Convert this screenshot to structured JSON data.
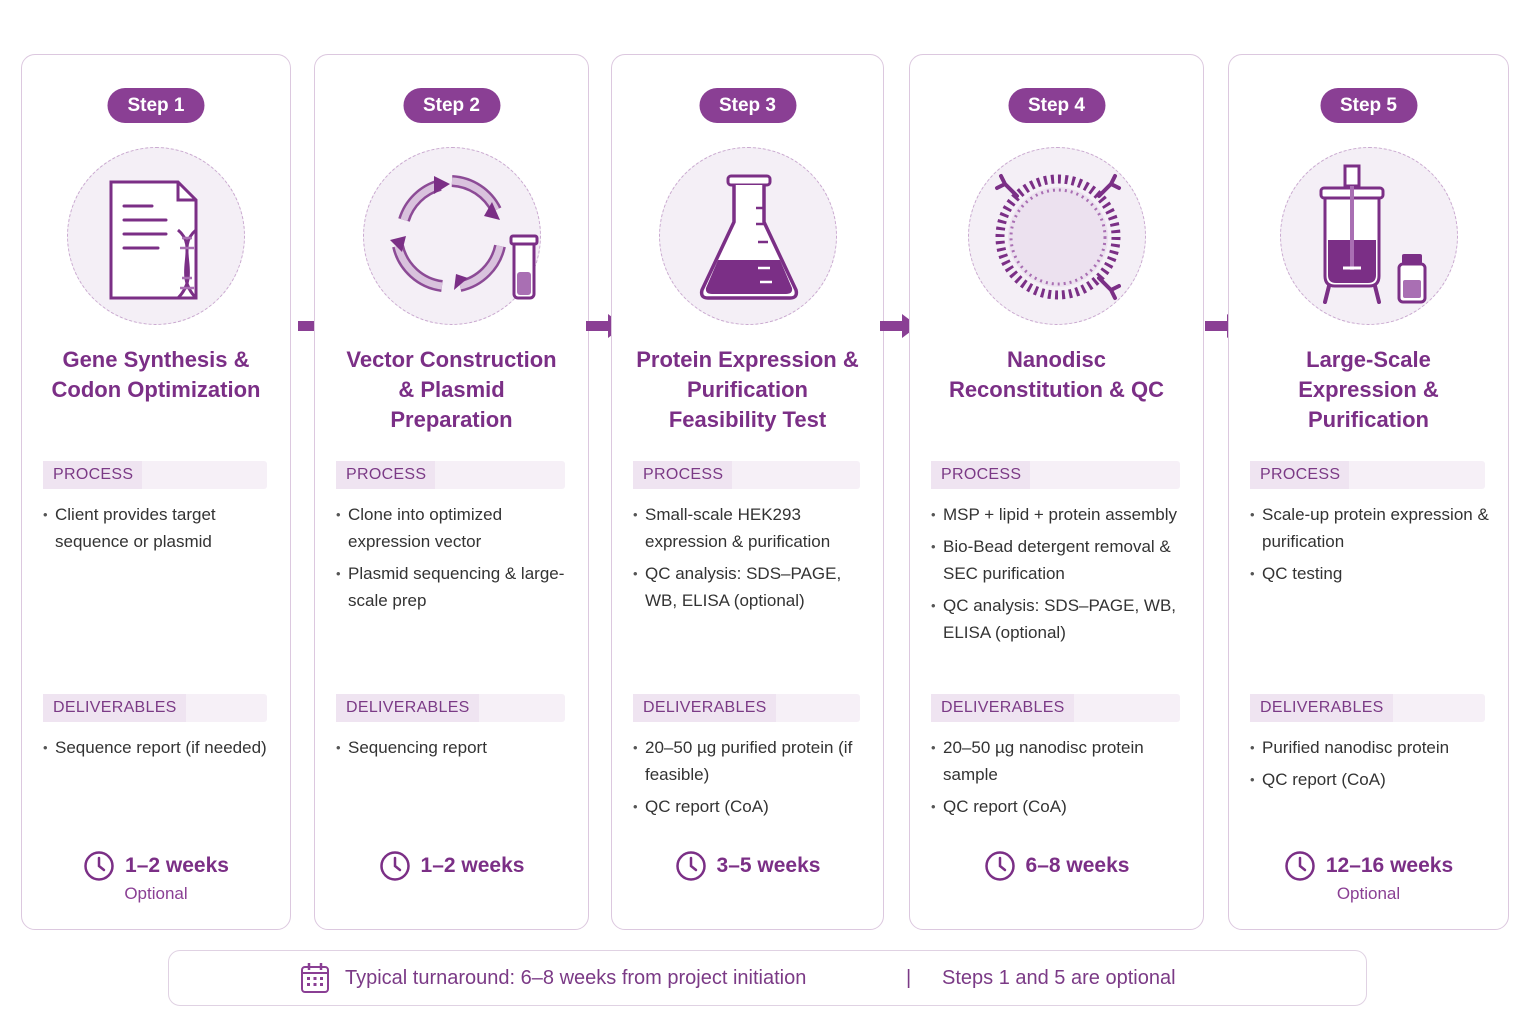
{
  "steps": [
    {
      "badge": "Step 1",
      "icon": "document-dna-icon",
      "title": [
        "Gene Synthesis &",
        "Codon Optimization"
      ],
      "process_label": "PROCESS",
      "process": [
        "Client provides target sequence or plasmid"
      ],
      "deliverables_label": "DELIVERABLES",
      "deliverables": [
        "Sequence report (if needed)"
      ],
      "time": "1–2 weeks",
      "optional": "Optional"
    },
    {
      "badge": "Step 2",
      "icon": "cycle-tube-icon",
      "title": [
        "Vector Construction",
        "& Plasmid",
        "Preparation"
      ],
      "process_label": "PROCESS",
      "process": [
        "Clone into optimized expression vector",
        "Plasmid sequencing & large-scale prep"
      ],
      "deliverables_label": "DELIVERABLES",
      "deliverables": [
        "Sequencing report"
      ],
      "time": "1–2 weeks",
      "optional": ""
    },
    {
      "badge": "Step 3",
      "icon": "flask-icon",
      "title": [
        "Protein Expression &",
        "Purification",
        "Feasibility Test"
      ],
      "process_label": "PROCESS",
      "process": [
        "Small-scale HEK293 expression & purification",
        "QC analysis: SDS–PAGE, WB, ELISA (optional)"
      ],
      "deliverables_label": "DELIVERABLES",
      "deliverables": [
        "20–50 µg purified protein (if feasible)",
        "QC report (CoA)"
      ],
      "time": "3–5 weeks",
      "optional": ""
    },
    {
      "badge": "Step 4",
      "icon": "nanodisc-icon",
      "title": [
        "Nanodisc",
        "Reconstitution & QC"
      ],
      "process_label": "PROCESS",
      "process": [
        "MSP + lipid + protein assembly",
        "Bio-Bead detergent removal & SEC purification",
        "QC analysis: SDS–PAGE, WB, ELISA (optional)"
      ],
      "deliverables_label": "DELIVERABLES",
      "deliverables": [
        "20–50 µg nanodisc protein sample",
        "QC report (CoA)"
      ],
      "time": "6–8 weeks",
      "optional": ""
    },
    {
      "badge": "Step 5",
      "icon": "bioreactor-icon",
      "title": [
        "Large-Scale",
        "Expression &",
        "Purification"
      ],
      "process_label": "PROCESS",
      "process": [
        "Scale-up protein expression & purification",
        "QC testing"
      ],
      "deliverables_label": "DELIVERABLES",
      "deliverables": [
        "Purified nanodisc protein",
        "QC report (CoA)"
      ],
      "time": "12–16 weeks",
      "optional": "Optional"
    }
  ],
  "footer": {
    "icon": "calendar-icon",
    "turnaround": "Typical turnaround: 6–8 weeks from project initiation",
    "separator": "|",
    "note": "Steps 1 and 5 are optional"
  },
  "colors": {
    "accent": "#8a3f94",
    "title": "#7b2f86",
    "border": "#dcc8df"
  }
}
